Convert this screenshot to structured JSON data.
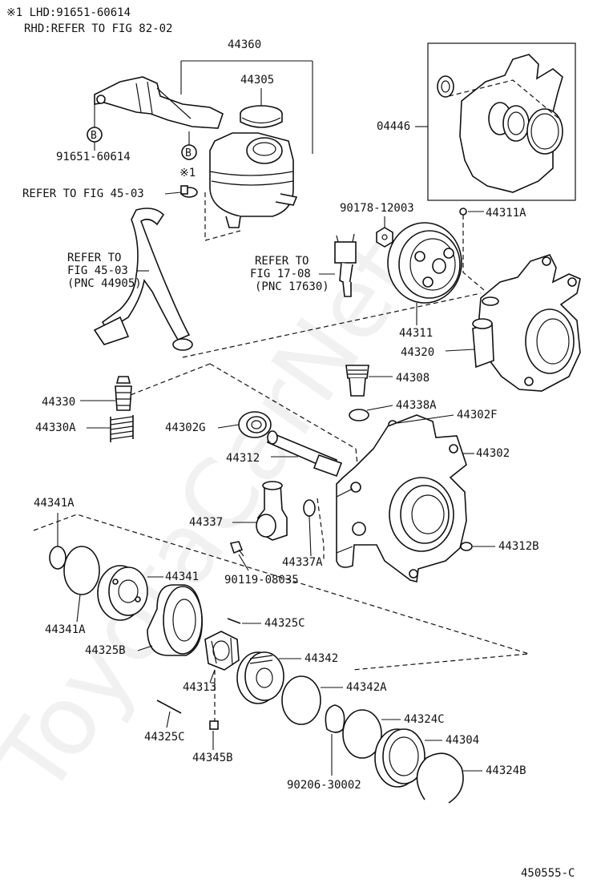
{
  "header": {
    "note_line1": "※1 LHD:91651-60614",
    "note_line2": "RHD:REFER TO FIG 82-02"
  },
  "watermark": "ToyotaCarNet",
  "footer": {
    "figure_code": "450555-C"
  },
  "callouts": {
    "44360": "44360",
    "44305": "44305",
    "04446": "04446",
    "91651_60614": "91651-60614",
    "note1_mark": "※1",
    "bolt_b_top": "B",
    "bolt_b_bottom": "B",
    "ref_45_03_a": "REFER TO FIG 45-03",
    "ref_45_03_b_1": "REFER TO",
    "ref_45_03_b_2": "FIG 45-03",
    "ref_45_03_b_3": "(PNC 44905)",
    "90178_12003": "90178-12003",
    "44311A": "44311A",
    "ref_17_08_1": "REFER TO",
    "ref_17_08_2": "FIG 17-08",
    "ref_17_08_3": "(PNC 17630)",
    "44311": "44311",
    "44320": "44320",
    "44308": "44308",
    "44330": "44330",
    "44330A": "44330A",
    "44338A": "44338A",
    "44302F": "44302F",
    "44302G": "44302G",
    "44302": "44302",
    "44312": "44312",
    "44341A_top": "44341A",
    "44337": "44337",
    "44337A": "44337A",
    "90119_08035": "90119-08035",
    "44312B": "44312B",
    "44341": "44341",
    "44341A_bottom": "44341A",
    "44325C_top": "44325C",
    "44325B": "44325B",
    "44342": "44342",
    "44313": "44313",
    "44342A": "44342A",
    "44324C": "44324C",
    "44304": "44304",
    "44325C_bottom": "44325C",
    "44345B": "44345B",
    "90206_30002": "90206-30002",
    "44324B": "44324B"
  }
}
